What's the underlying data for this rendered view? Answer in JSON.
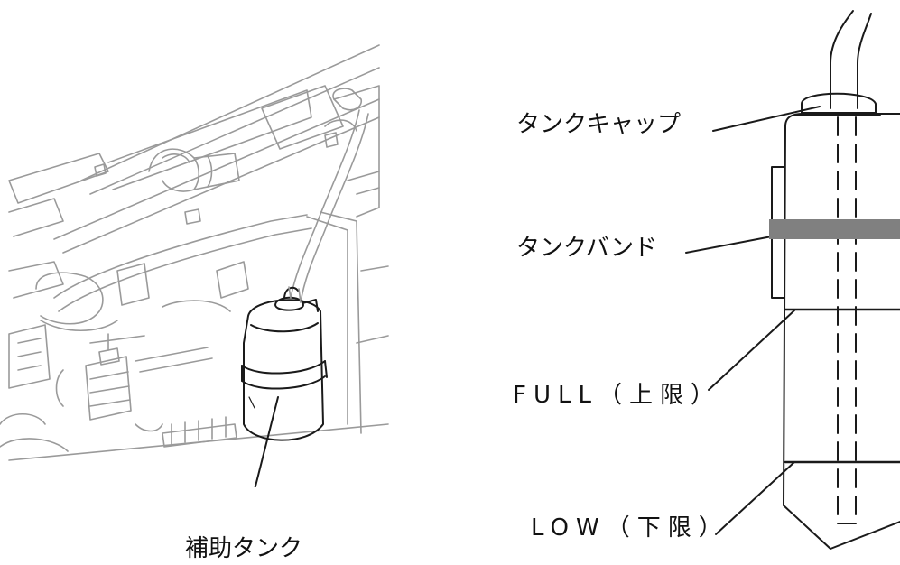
{
  "engine_view": {
    "callout": "補助タンク"
  },
  "tank_detail": {
    "labels": {
      "cap": "タンクキャップ",
      "band": "タンクバンド",
      "full": "FULL（上限）",
      "low": "LOW（下限）"
    }
  },
  "colors": {
    "line": "#1a1a1a",
    "engine_line": "#9a9a9a",
    "band_fill": "#808080"
  },
  "icons": [
    "engine-bay-illustration",
    "reservoir-tank-drawing"
  ]
}
